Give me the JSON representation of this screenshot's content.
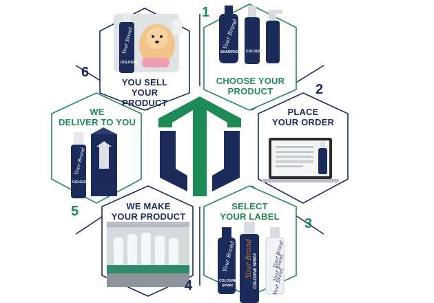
{
  "colors": {
    "navy": "#1b2b5a",
    "green": "#1e8a55",
    "orange": "#e07a2a",
    "navy_dark": "#13204a"
  },
  "icons": [
    "logo-mark-icon",
    "dog-photo",
    "bottle-product",
    "laptop-icon",
    "box-product",
    "factory-line-photo"
  ],
  "steps": [
    {
      "number": "1",
      "title_lines": [
        "CHOOSE YOUR",
        "PRODUCT"
      ]
    },
    {
      "number": "2",
      "title_lines": [
        "PLACE",
        "YOUR ORDER"
      ]
    },
    {
      "number": "3",
      "title_lines": [
        "SELECT",
        "YOUR LABEL"
      ]
    },
    {
      "number": "4",
      "title_lines": [
        "WE MAKE",
        "YOUR PRODUCT"
      ]
    },
    {
      "number": "5",
      "title_lines": [
        "WE",
        "DELIVER TO YOU"
      ]
    },
    {
      "number": "6",
      "title_lines": [
        "YOU SELL YOUR",
        "PRODUCT"
      ]
    }
  ],
  "bottle_text": {
    "brand": "Your Brand",
    "cologne": "COLOGNE",
    "spray": "SPRAY",
    "cologne_spray": "COLOGNE SPRAY",
    "shampoo": "SHAMPOO"
  }
}
